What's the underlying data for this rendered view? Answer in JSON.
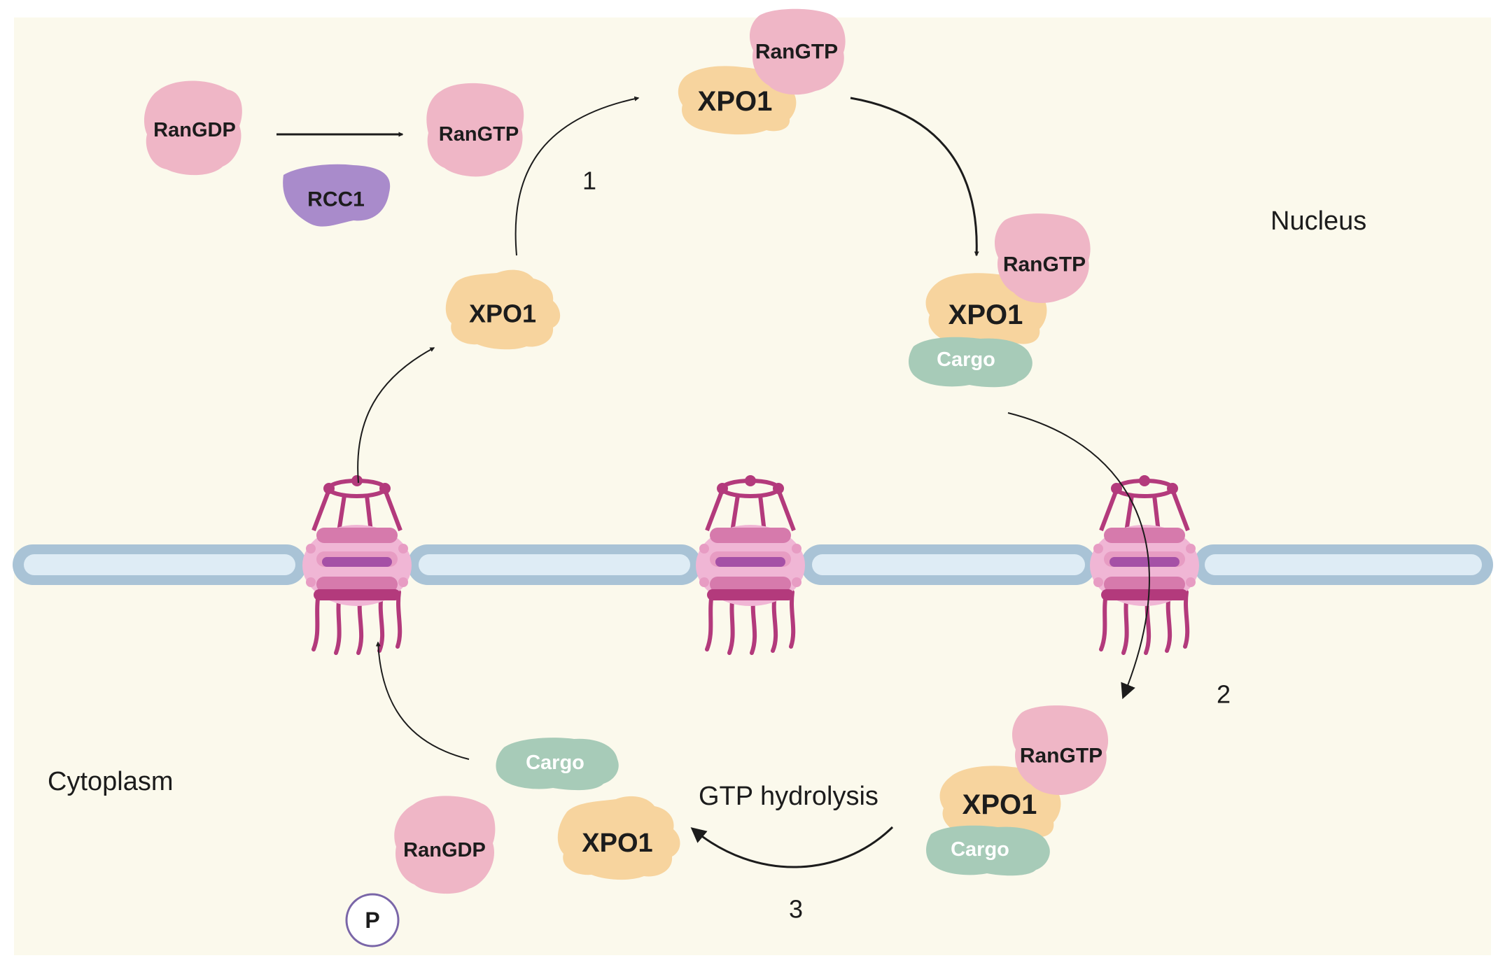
{
  "diagram": {
    "compartments": {
      "nucleus": "Nucleus",
      "cytoplasm": "Cytoplasm"
    },
    "steps": {
      "step1": "1",
      "step2": "2",
      "step3": "3"
    },
    "process_label": "GTP hydrolysis",
    "proteins": {
      "rangdp": "RanGDP",
      "rangtp": "RanGTP",
      "rcc1": "RCC1",
      "xpo1": "XPO1",
      "cargo": "Cargo",
      "phosphate": "P"
    },
    "colors": {
      "background": "#fbf9ec",
      "ran": "#efb6c6",
      "xpo1": "#f7d49e",
      "rcc1": "#a98bcb",
      "cargo": "#a7cbb8",
      "membrane_outer": "#a9c3d6",
      "membrane_inner": "#deecf5",
      "pore_dark": "#b33a7c",
      "pore_light": "#f0b6d5",
      "pore_band": "#a550a6",
      "arrow": "#1c1c1c"
    }
  }
}
